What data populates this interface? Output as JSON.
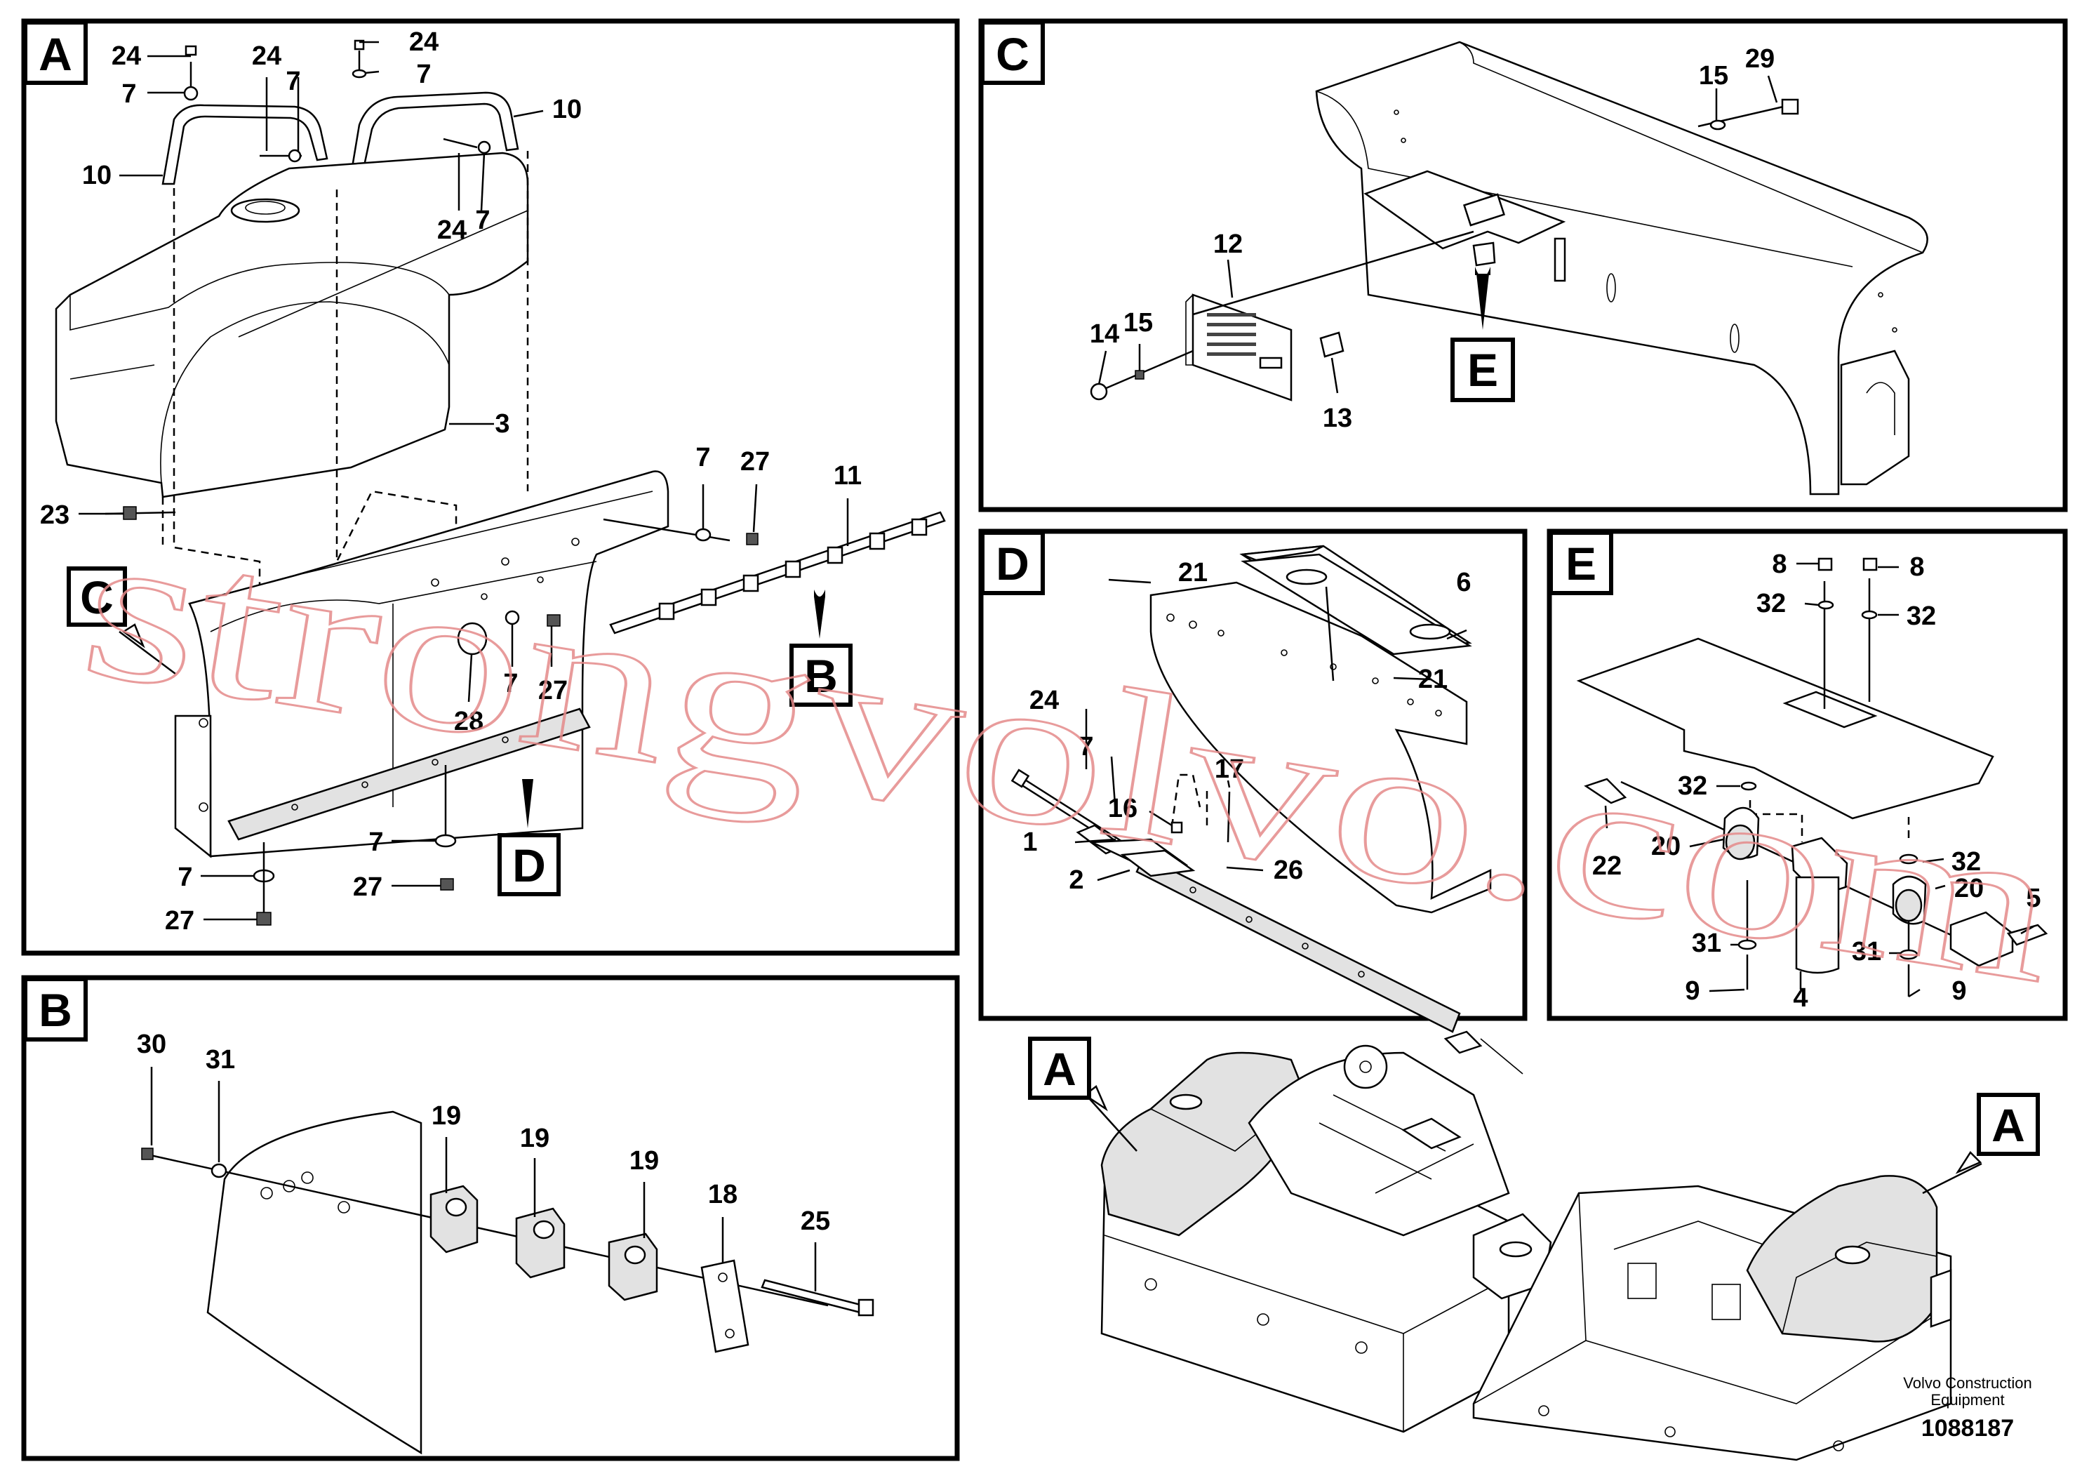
{
  "panels": {
    "A": {
      "letter": "A",
      "labels": {
        "a24_1": "24",
        "a7_1": "7",
        "a24_2": "24",
        "a7_2": "7",
        "a24_3": "24",
        "a7_3": "7",
        "a10_1": "10",
        "a10_2": "10",
        "a24_4": "24",
        "a7_4": "7",
        "a3": "3",
        "a23": "23",
        "a7_5": "7",
        "a27_1": "27",
        "a11": "11",
        "a28": "28",
        "a7_6": "7",
        "a27_2": "27",
        "a7_7": "7",
        "a27_3": "27",
        "a7_8": "7",
        "a27_4": "27"
      },
      "callout_C": "C",
      "callout_B": "B",
      "callout_D": "D"
    },
    "B": {
      "letter": "B",
      "labels": {
        "b30": "30",
        "b31": "31",
        "b19_1": "19",
        "b19_2": "19",
        "b19_3": "19",
        "b18": "18",
        "b25": "25"
      }
    },
    "C": {
      "letter": "C",
      "labels": {
        "c15_1": "15",
        "c29": "29",
        "c12": "12",
        "c14": "14",
        "c15_2": "15",
        "c13": "13"
      },
      "callout_E": "E"
    },
    "D": {
      "letter": "D",
      "labels": {
        "d21_1": "21",
        "d6": "6",
        "d21_2": "21",
        "d24": "24",
        "d7": "7",
        "d17": "17",
        "d16": "16",
        "d1": "1",
        "d26": "26",
        "d2": "2"
      }
    },
    "E": {
      "letter": "E",
      "labels": {
        "e8_1": "8",
        "e8_2": "8",
        "e32_1": "32",
        "e32_2": "32",
        "e32_3": "32",
        "e32_4": "32",
        "e22": "22",
        "e20_1": "20",
        "e20_2": "20",
        "e5": "5",
        "e31_1": "31",
        "e31_2": "31",
        "e9_1": "9",
        "e9_2": "9",
        "e4": "4"
      }
    }
  },
  "overview": {
    "callout_A1": "A",
    "callout_A2": "A",
    "brand_line1": "Volvo Construction",
    "brand_line2": "Equipment",
    "doc_number": "1088187"
  },
  "watermark": "strongvolvo.com"
}
